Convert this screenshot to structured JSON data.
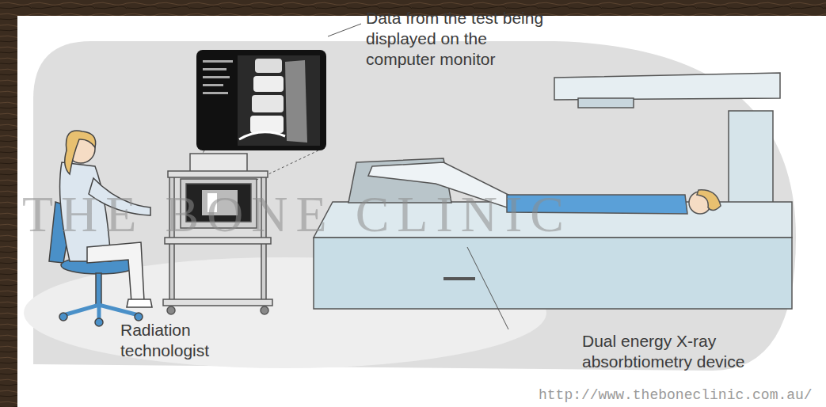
{
  "diagram": {
    "labels": [
      "Data from the test being displayed on the computer monitor",
      "Radiation technologist",
      "Dual energy X-ray absorbtiometry device",
      "THE BONE CLINIC",
      "http://www.theboneclinic.com.au/"
    ]
  }
}
